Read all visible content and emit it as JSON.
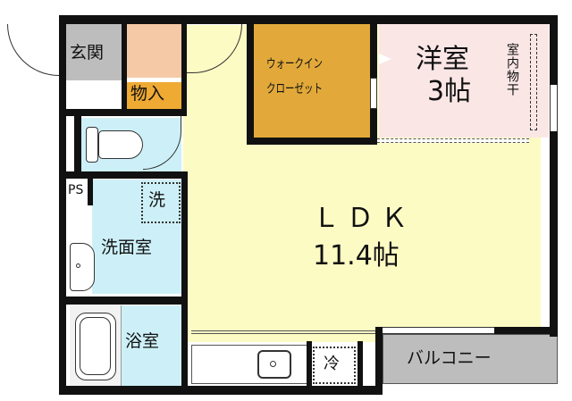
{
  "floorplan": {
    "colors": {
      "wall": "#111111",
      "genkan": "#bdbdbd",
      "storage_top": "#f6c9a6",
      "monoire": "#eeaa33",
      "walkin": "#e2a93a",
      "yoshitsu": "#fbe6e6",
      "ldk": "#fdfbc4",
      "water": "#cdf0f8",
      "balcony": "#bdbdbd"
    },
    "rooms": {
      "genkan": {
        "label": "玄関"
      },
      "monoire": {
        "label": "物入"
      },
      "walkin": {
        "line1": "ウォークイン",
        "line2": "クローゼット"
      },
      "yoshitsu": {
        "line1": "洋室",
        "line2": "3帖"
      },
      "indoor_drying": {
        "label": "室内物干"
      },
      "ldk": {
        "line1": "ＬＤＫ",
        "line2": "11.4帖"
      },
      "ps": {
        "label": "PS"
      },
      "washer": {
        "label": "洗"
      },
      "senmenshitsu": {
        "label": "洗面室"
      },
      "yokushitsu": {
        "label": "浴室"
      },
      "fridge": {
        "label": "冷"
      },
      "balcony": {
        "label": "バルコニー"
      }
    }
  }
}
